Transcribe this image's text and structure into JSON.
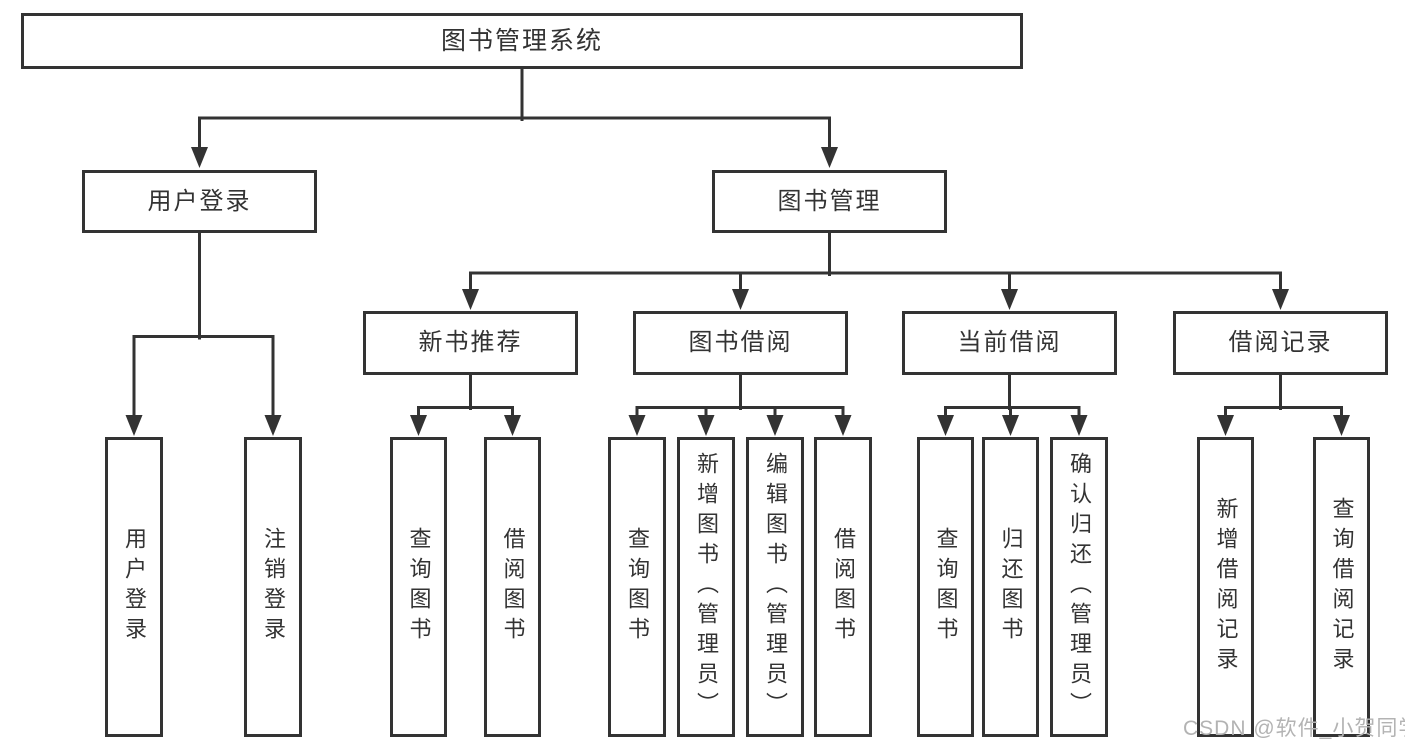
{
  "colors": {
    "line": "#333333",
    "text": "#333333",
    "box_background": "#ffffff",
    "page_background": "#ffffff",
    "watermark": "#b3b3b3"
  },
  "watermark": {
    "text": "CSDN @软件_小贺同学"
  },
  "diagram": {
    "type": "hierarchy-tree",
    "root": {
      "label": "图书管理系统"
    },
    "branches": [
      {
        "label": "用户登录",
        "children": [
          {
            "label": "用户登录"
          },
          {
            "label": "注销登录"
          }
        ]
      },
      {
        "label": "图书管理",
        "children": [
          {
            "label": "新书推荐",
            "children": [
              {
                "label": "查询图书"
              },
              {
                "label": "借阅图书"
              }
            ]
          },
          {
            "label": "图书借阅",
            "children": [
              {
                "label": "查询图书"
              },
              {
                "label": "新增图书（管理员）"
              },
              {
                "label": "编辑图书（管理员）"
              },
              {
                "label": "借阅图书"
              }
            ]
          },
          {
            "label": "当前借阅",
            "children": [
              {
                "label": "查询图书"
              },
              {
                "label": "归还图书"
              },
              {
                "label": "确认归还（管理员）"
              }
            ]
          },
          {
            "label": "借阅记录",
            "children": [
              {
                "label": "新增借阅记录"
              },
              {
                "label": "查询借阅记录"
              }
            ]
          }
        ]
      }
    ]
  }
}
